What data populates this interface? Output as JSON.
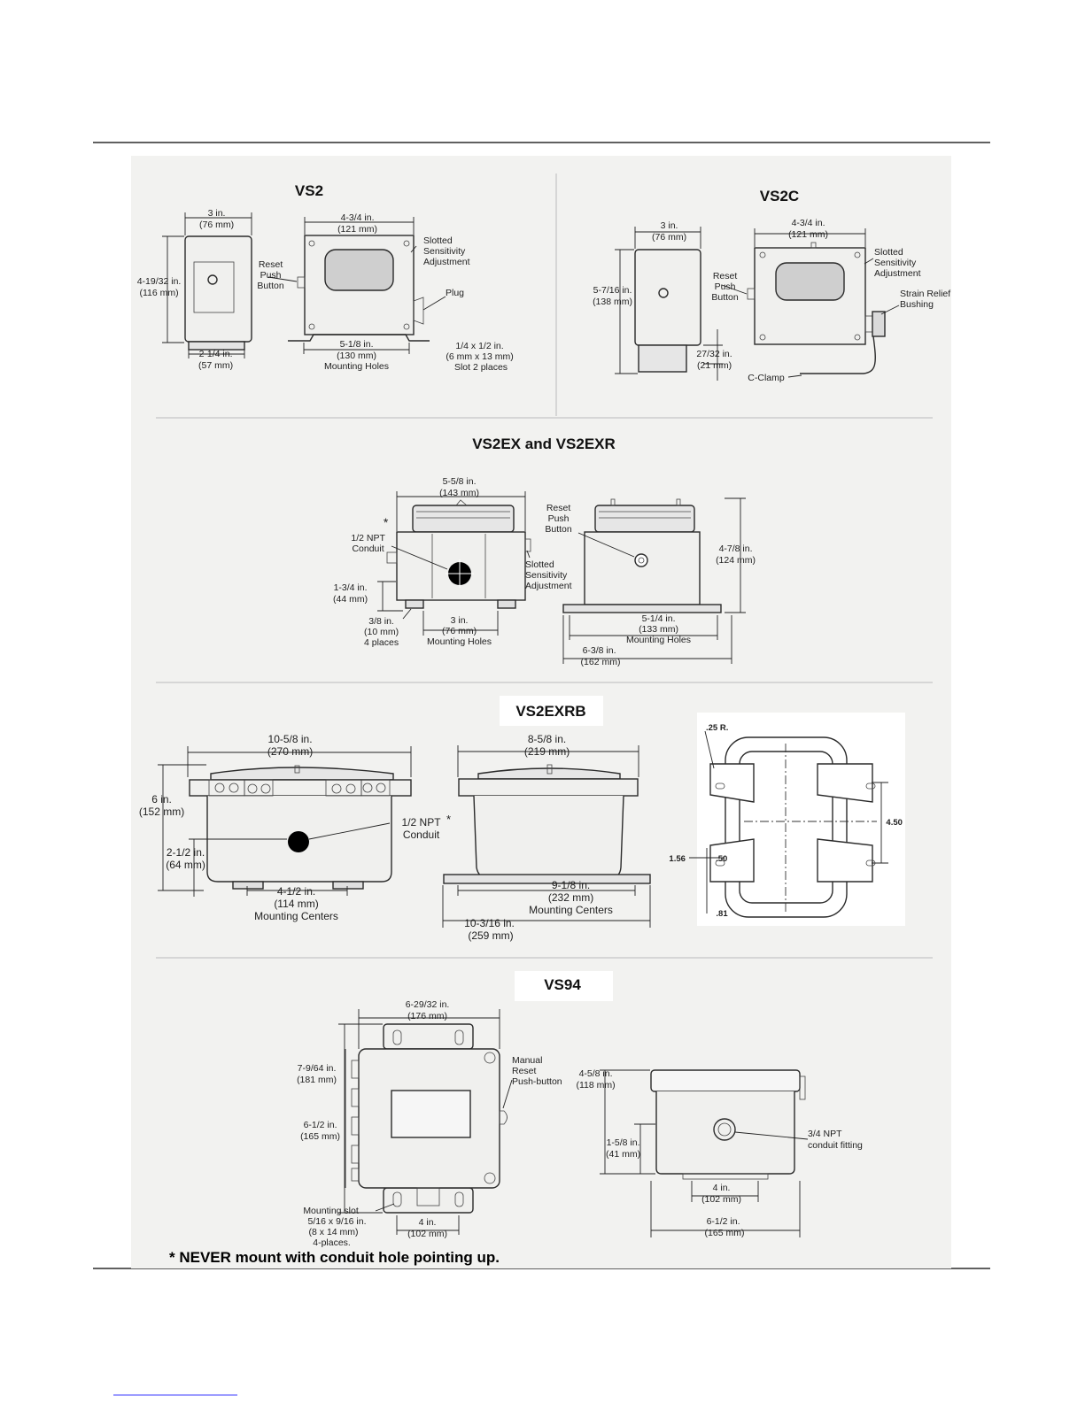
{
  "sections": {
    "vs2": {
      "title": "VS2",
      "labels": [
        "3 in.",
        "(76 mm)",
        "4-3/4 in.",
        "(121 mm)",
        "4-19/32 in.",
        "(116 mm)",
        "Reset",
        "Push",
        "Button",
        "Slotted",
        "Sensitivity",
        "Adjustment",
        "Plug",
        "2-1/4 in.",
        "(57 mm)",
        "5-1/8 in.",
        "(130 mm)",
        "Mounting Holes",
        "1/4 x 1/2 in.",
        "(6 mm x 13 mm)",
        "Slot 2 places"
      ]
    },
    "vs2c": {
      "title": "VS2C",
      "labels": [
        "3 in.",
        "(76 mm)",
        "4-3/4 in.",
        "(121 mm)",
        "5-7/16 in.",
        "(138 mm)",
        "Reset",
        "Push",
        "Button",
        "Slotted",
        "Sensitivity",
        "Adjustment",
        "Strain Relief",
        "Bushing",
        "27/32 in.",
        "(21 mm)",
        "C-Clamp"
      ]
    },
    "vs2ex": {
      "title": "VS2EX and VS2EXR",
      "labels": [
        "5-5/8 in.",
        "(143 mm)",
        "*",
        "1/2 NPT",
        "Conduit",
        "Reset",
        "Push",
        "Button",
        "4-7/8 in.",
        "(124 mm)",
        "Slotted",
        "Sensitivity",
        "Adjustment",
        "1-3/4 in.",
        "(44 mm)",
        "3/8 in.",
        "(10 mm)",
        "4 places",
        "3 in.",
        "(76 mm)",
        "Mounting Holes",
        "5-1/4 in.",
        "(133 mm)",
        "Mounting Holes",
        "6-3/8 in.",
        "(162 mm)"
      ]
    },
    "vs2exrb": {
      "title": "VS2EXRB",
      "labels": [
        "10-5/8 in.",
        "(270 mm)",
        "8-5/8 in.",
        "(219 mm)",
        "6 in.",
        "(152 mm)",
        "1/2 NPT",
        "*",
        "Conduit",
        "2-1/2 in.",
        "(64 mm)",
        "4-1/2 in.",
        "(114 mm)",
        "Mounting Centers",
        "9-1/8 in.",
        "(232 mm)",
        "Mounting Centers",
        "10-3/16 in.",
        "(259 mm)",
        ".25 R.",
        "4.50",
        "1.56",
        ".50",
        ".81"
      ]
    },
    "vs94": {
      "title": "VS94",
      "labels": [
        "6-29/32 in.",
        "(176 mm)",
        "7-9/64 in.",
        "(181 mm)",
        "Manual",
        "Reset",
        "Push-button",
        "6-1/2 in.",
        "(165 mm)",
        "4-5/8 in.",
        "(118 mm)",
        "1-5/8 in.",
        "(41 mm)",
        "3/4 NPT",
        "conduit fitting",
        "Mounting slot",
        "5/16 x 9/16 in.",
        "(8 x 14 mm)",
        "4-places.",
        "4 in.",
        "(102 mm)",
        "4 in.",
        "(102 mm)",
        "6-1/2 in.",
        "(165 mm)"
      ]
    }
  },
  "footnote": "* NEVER mount with conduit hole pointing up.",
  "colors": {
    "panel": "#f2f2f0",
    "housing": "#f0f0ee",
    "window": "#cfcfcf",
    "rule": "#000000"
  }
}
